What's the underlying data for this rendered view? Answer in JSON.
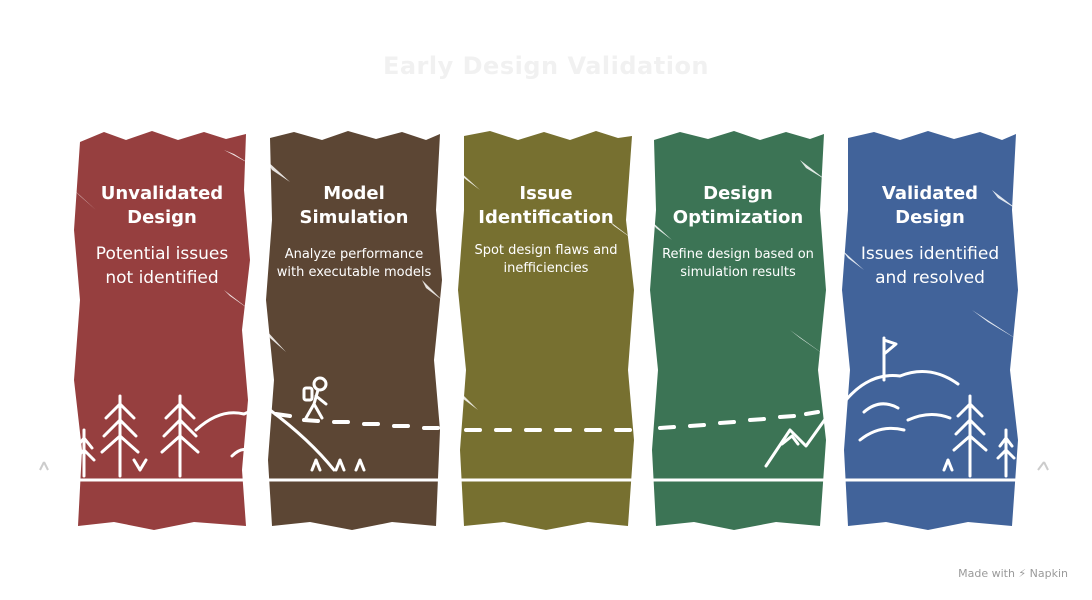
{
  "title": "Early Design Validation",
  "stages": [
    {
      "title": "Unvalidated Design",
      "description": "Potential issues not identified",
      "color": "#963f3f"
    },
    {
      "title": "Model Simulation",
      "description": "Analyze performance with executable models",
      "color": "#5c4634"
    },
    {
      "title": "Issue Identification",
      "description": "Spot design flaws and inefficiencies",
      "color": "#777030"
    },
    {
      "title": "Design Optimization",
      "description": "Refine design based on simulation results",
      "color": "#3c7455"
    },
    {
      "title": "Validated Design",
      "description": "Issues identified and resolved",
      "color": "#41639a"
    }
  ],
  "footer": "Made with ⚡ Napkin",
  "icons": [
    "pine-tree-icon",
    "hiker-icon",
    "mountain-icon",
    "flag-icon",
    "grass-icon"
  ]
}
